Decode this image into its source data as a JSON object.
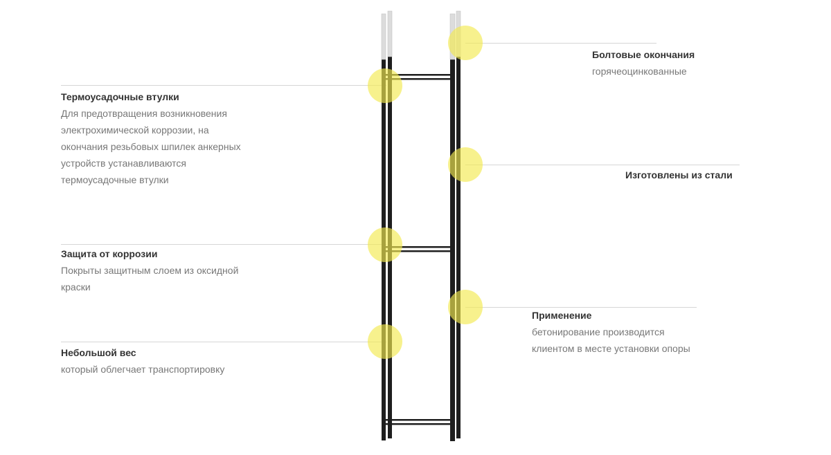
{
  "features": [
    {
      "title": "Термоусадочные втулки",
      "lines": [
        "Для предотвращения возникновения",
        "электрохимической коррозии, на",
        "окончания резьбовых шпилек анкерных",
        "устройств устанавливаются",
        "термоусадочные втулки"
      ]
    },
    {
      "title": "Защита от коррозии",
      "lines": [
        "Покрыты защитным слоем из оксидной",
        "краски"
      ]
    },
    {
      "title": "Небольшой вес",
      "lines": [
        "который облегчает транспортировку"
      ]
    },
    {
      "title": "Болтовые окончания",
      "lines": [
        "горячеоцинкованные"
      ]
    },
    {
      "title": "Изготовлены из стали",
      "lines": []
    },
    {
      "title": "Применение",
      "lines": [
        "бетонирование производится",
        "клиентом в месте установки опоры"
      ]
    }
  ],
  "colors": {
    "highlight": "#f2ea50",
    "rod": "#1e1e1e",
    "thread": "#d8d8d8"
  }
}
